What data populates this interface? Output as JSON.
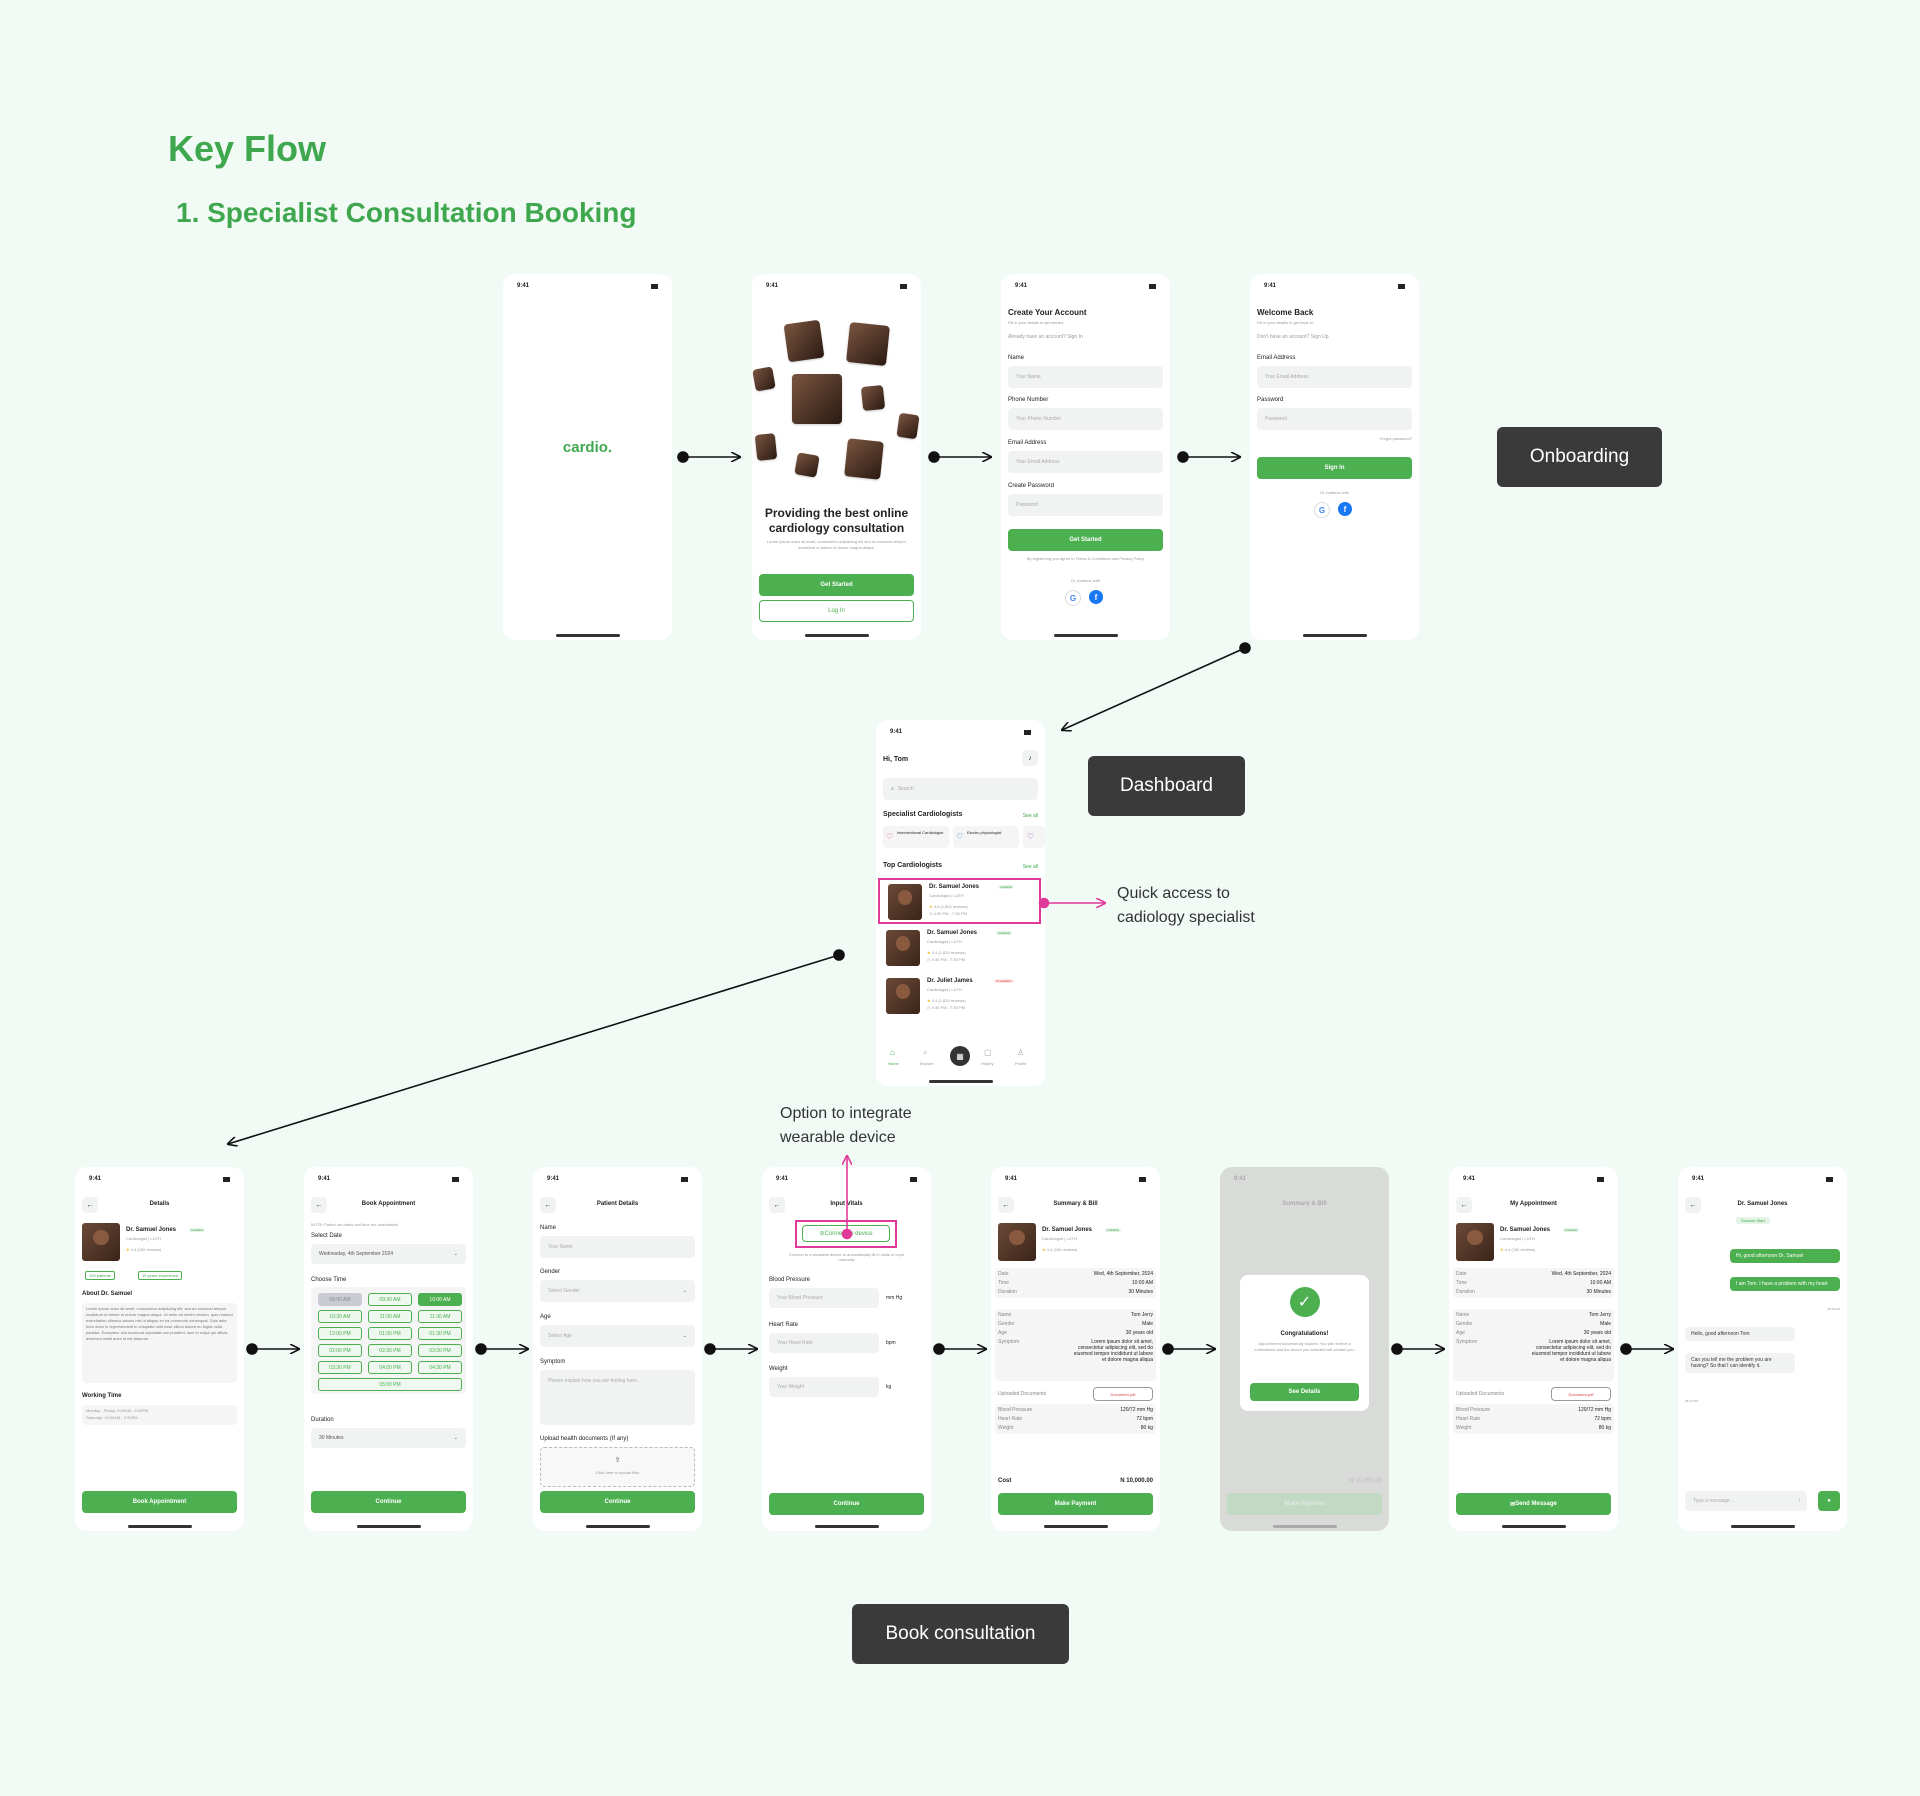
{
  "title": "Key Flow",
  "subtitle": "1. Specialist Consultation Booking",
  "section_labels": {
    "onboarding": "Onboarding",
    "dashboard": "Dashboard",
    "book": "Book consultation"
  },
  "annotations": {
    "quick_access": [
      "Quick access to",
      "cadiology specialist"
    ],
    "wearable": [
      "Option to integrate",
      "wearable device"
    ]
  },
  "colors": {
    "accent": "#4caf50",
    "highlight": "#e0399a",
    "background": "#f2faf5",
    "label_bg": "#3a3a3a"
  },
  "status_time": "9:41",
  "splash": {
    "logo": "cardio."
  },
  "welcome": {
    "headline": "Providing the best online cardiology consultation",
    "body": "Lorem ipsum dolor sit amet, consectetur adipiscing elit sed do eiusmod tempor incididunt ut labore et dolore magna aliqua.",
    "primary": "Get Started",
    "secondary": "Log In"
  },
  "signup": {
    "title": "Create Your Account",
    "hint": "Fill in your details to get started.",
    "have_account": "Already have an account? Sign In",
    "name_label": "Name",
    "name_ph": "Your Name",
    "phone_label": "Phone Number",
    "phone_ph": "Your Phone Number",
    "email_label": "Email Address",
    "email_ph": "Your Email Address",
    "pass_label": "Create Password",
    "pass_ph": "Password",
    "button": "Get Started",
    "terms": "By registering you agree to Terms & Conditions and Privacy Policy",
    "or": "Or continue with"
  },
  "signin": {
    "title": "Welcome Back",
    "hint": "Fill in your details to get back in.",
    "no_account": "Don't have an account? Sign Up",
    "email_label": "Email Address",
    "email_ph": "Your Email Address",
    "pass_label": "Password",
    "pass_ph": "Password",
    "forgot": "Forgot password?",
    "button": "Sign In",
    "or": "Or continue with"
  },
  "dashboard": {
    "greeting": "Hi, Tom",
    "search_ph": "Search",
    "specialists_title": "Specialist Cardiologists",
    "see_all": "See all",
    "chip1": "Interventional Cardiologist",
    "chip2": "Electro physiologist",
    "top_title": "Top Cardiologists",
    "doctors": [
      {
        "name": "Dr. Samuel Jones",
        "role": "Cardiologist | LUTH",
        "rating": "4.4 (1,820 reviews)",
        "hours": "4:30 PM - 7:30 PM",
        "status": "Available"
      },
      {
        "name": "Dr. Samuel Jones",
        "role": "Cardiologist | LUTH",
        "rating": "4.4 (1,820 reviews)",
        "hours": "4:30 PM - 7:30 PM",
        "status": "Available"
      },
      {
        "name": "Dr. Juliet James",
        "role": "Cardiologist | LUTH",
        "rating": "4.4 (1,820 reviews)",
        "hours": "4:30 PM - 7:30 PM",
        "status": "Unavailable"
      }
    ],
    "nav": [
      "Home",
      "Explore",
      "",
      "History",
      "Profile"
    ]
  },
  "details": {
    "title": "Details",
    "name": "Dr. Samuel Jones",
    "role": "Cardiologist | LUTH",
    "status": "Available",
    "rating": "4.4 (150 reviews)",
    "patients": "100 patients",
    "experience": "15 years experience",
    "about_title": "About Dr. Samuel",
    "about": "Lorem ipsum dolor sit amet, consectetur adipiscing elit, sed do eiusmod tempor incididunt ut labore et dolore magna aliqua. Ut enim ad minim veniam, quis nostrud exercitation ullamco laboris nisi ut aliquip ex ea commodo consequat. Duis aute irure dolor in reprehenderit in voluptate velit esse cillum dolore eu fugiat nulla pariatur. Excepteur sint occaecat cupidatat non proident, sunt in culpa qui officia deserunt mollit anim id est laborum.",
    "working_title": "Working Time",
    "weekdays": "Monday - Friday: 9:00AM - 5:00PM",
    "saturday": "Saturday: 10:00AM - 2:00PM",
    "button": "Book Appointment"
  },
  "book": {
    "title": "Book Appointment",
    "note": "NOTE: Faded out dates and time are unavailable",
    "date_label": "Select Date",
    "date_value": "Wednesday, 4th September 2024",
    "time_label": "Choose Time",
    "slots": [
      "09:00 AM",
      "09:30 AM",
      "10:00 AM",
      "10:30 AM",
      "11:00 AM",
      "11:30 AM",
      "12:00 PM",
      "01:00 PM",
      "01:30 PM",
      "02:00 PM",
      "02:30 PM",
      "03:00 PM",
      "03:30 PM",
      "04:00 PM",
      "04:30 PM",
      "05:00 PM"
    ],
    "duration_label": "Duration",
    "duration_value": "30 Minutes",
    "button": "Continue"
  },
  "patient": {
    "title": "Patient Details",
    "name_label": "Name",
    "name_ph": "Your Name",
    "gender_label": "Gender",
    "gender_ph": "Select Gender",
    "age_label": "Age",
    "age_ph": "Select Age",
    "symptom_label": "Symptom",
    "symptom_ph": "Please explain how you are feeling here...",
    "upload_label": "Upload health documents (If any)",
    "upload_ph": "Click here to upload files",
    "button": "Continue"
  },
  "vitals": {
    "title": "Input Vitals",
    "connect": "Connect to device",
    "connect_hint": "Connect to a wearable device to automatically fill in vitals or input manually",
    "bp_label": "Blood Pressure",
    "bp_ph": "Your Blood Pressure",
    "bp_unit": "mm Hg",
    "hr_label": "Heart Rate",
    "hr_ph": "Your Heart Rate",
    "hr_unit": "bpm",
    "w_label": "Weight",
    "w_ph": "Your Weight",
    "w_unit": "kg",
    "button": "Continue"
  },
  "summary": {
    "title": "Summary & Bill",
    "name": "Dr. Samuel Jones",
    "role": "Cardiologist | LUTH",
    "status": "Available",
    "rating": "4.4 (150 reviews)",
    "rows1": [
      [
        "Date",
        "Wed, 4th September, 2024"
      ],
      [
        "Time",
        "10:00 AM"
      ],
      [
        "Duration",
        "30 Minutes"
      ]
    ],
    "rows2": [
      [
        "Name",
        "Tom Jerry"
      ],
      [
        "Gender",
        "Male"
      ],
      [
        "Age",
        "30 years old"
      ],
      [
        "Symptom",
        "Lorem ipsum dolor sit amet, consectetur adipiscing elit, sed do eiusmod tempor incididunt ut labore et dolore magna aliqua"
      ]
    ],
    "docs_label": "Uploaded Documents",
    "doc": "Document.pdf",
    "rows3": [
      [
        "Blood Pressure",
        "120/72 mm Hg"
      ],
      [
        "Heart Rate",
        "72 bpm"
      ],
      [
        "Weight",
        "80 kg"
      ]
    ],
    "cost_label": "Cost",
    "cost": "N 10,000.00",
    "button": "Make Payment"
  },
  "congrats": {
    "title": "Congratulations!",
    "body": "Appointment successfully booked. You will receive a notifications and the doctor you selected will contact you.",
    "button": "See Details",
    "bg_title": "Summary & Bill",
    "bg_button": "Make Payment",
    "bg_cost": "N 10,000.00"
  },
  "my_appt": {
    "title": "My Appointment",
    "button": "Send Message"
  },
  "chat": {
    "title": "Dr. Samuel Jones",
    "session": "Session Start",
    "msg1": "Hi, good afternoon Dr. Samuel",
    "msg2": "I am Tom. I have a problem with my heart",
    "time_out": "08:43 PM",
    "msg3": "Hello, good afternoon Tom",
    "msg4": "Can you tell me the problem you are having? So that I can identify it.",
    "time_in": "08:43 PM",
    "input_ph": "Type a message ..."
  }
}
